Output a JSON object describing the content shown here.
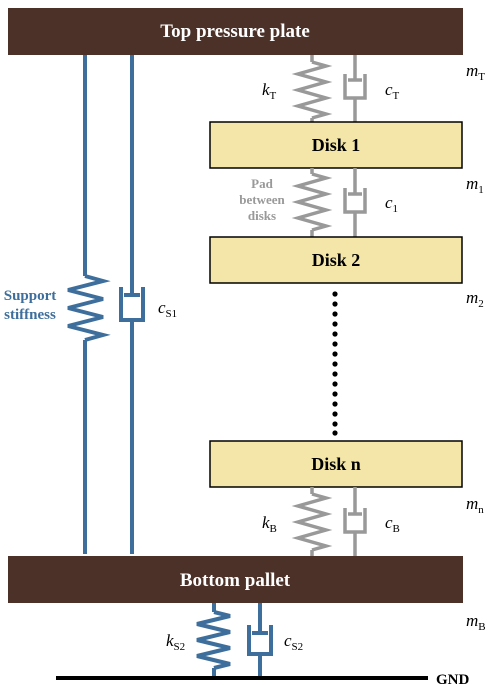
{
  "colors": {
    "plate": "#4b3128",
    "disk_fill": "#f3e6a8",
    "support_blue": "#3d6e9c",
    "pad_gray": "#999999",
    "ground": "#000000"
  },
  "plates": {
    "top": "Top pressure plate",
    "bottom": "Bottom pallet"
  },
  "disks": {
    "d1": "Disk 1",
    "d2": "Disk 2",
    "dn": "Disk n"
  },
  "labels": {
    "support_line1": "Support",
    "support_line2": "stiffness",
    "pad_line1": "Pad",
    "pad_line2": "between",
    "pad_line3": "disks",
    "ground": "GND"
  },
  "symbols": {
    "kT": {
      "base": "k",
      "sub": "T"
    },
    "cT": {
      "base": "c",
      "sub": "T"
    },
    "c1": {
      "base": "c",
      "sub": "1"
    },
    "kB": {
      "base": "k",
      "sub": "B"
    },
    "cB": {
      "base": "c",
      "sub": "B"
    },
    "cS1": {
      "base": "c",
      "sub": "S1"
    },
    "kS2": {
      "base": "k",
      "sub": "S2"
    },
    "cS2": {
      "base": "c",
      "sub": "S2"
    }
  },
  "masses": {
    "mT": {
      "base": "m",
      "sub": "T"
    },
    "m1": {
      "base": "m",
      "sub": "1"
    },
    "m2": {
      "base": "m",
      "sub": "2"
    },
    "mn": {
      "base": "m",
      "sub": "n"
    },
    "mB": {
      "base": "m",
      "sub": "B"
    }
  }
}
